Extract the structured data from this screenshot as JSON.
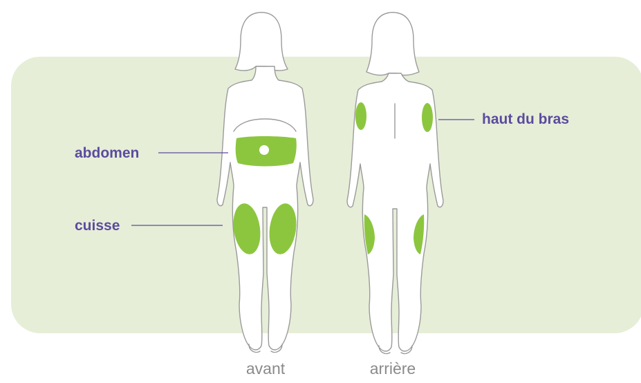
{
  "colors": {
    "background_panel": "#e6eed8",
    "zone_fill": "#8cc63f",
    "figure_fill": "#ffffff",
    "figure_stroke": "#9a9a9a",
    "label_text": "#5b4b9e",
    "leader_line": "#5b4b9e",
    "view_label_text": "#8a8a8a"
  },
  "zones": {
    "abdomen": "abdomen",
    "thigh": "cuisse",
    "upper_arm": "haut du bras"
  },
  "views": {
    "front": "avant",
    "back": "arrière"
  }
}
